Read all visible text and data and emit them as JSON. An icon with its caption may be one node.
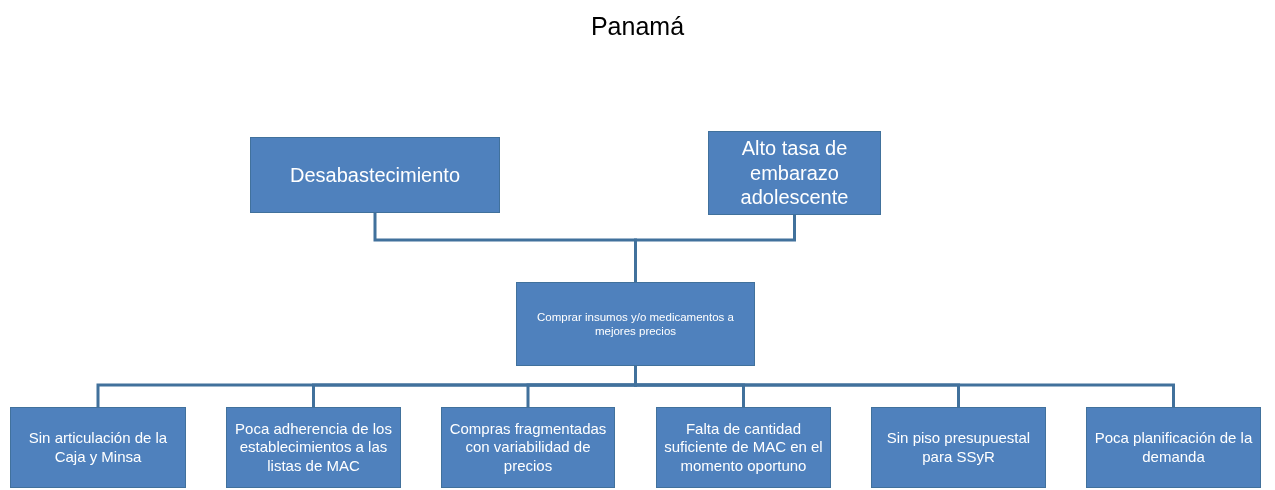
{
  "diagram": {
    "title": "Panamá",
    "nodes": [
      {
        "text": [
          "Desabastecimiento"
        ]
      },
      {
        "text": [
          "Alto tasa de embarazo adolescente"
        ]
      },
      {
        "text": [
          "Comprar insumos y/o medicamentos a mejores precios"
        ]
      },
      {
        "text": [
          "Sin articulación de la Caja y Minsa"
        ]
      },
      {
        "text": [
          "Poca adherencia de los establecimientos a las listas de MAC"
        ]
      },
      {
        "text": [
          "Compras fragmentadas con variabilidad de precios"
        ]
      },
      {
        "text": [
          "Falta de cantidad suficiente de MAC en el momento oportuno"
        ]
      },
      {
        "text": [
          "Sin piso presupuestal para SSyR"
        ]
      },
      {
        "text": [
          "Poca planificación de la demanda"
        ]
      }
    ],
    "edges": [
      {
        "from": 0,
        "to": 2,
        "arrow": "none"
      },
      {
        "from": 1,
        "to": 2,
        "arrow": "none"
      },
      {
        "from": 2,
        "to": 3,
        "arrow": "none"
      },
      {
        "from": 2,
        "to": 4,
        "arrow": "none"
      },
      {
        "from": 2,
        "to": 5,
        "arrow": "none"
      },
      {
        "from": 2,
        "to": 6,
        "arrow": "none"
      },
      {
        "from": 2,
        "to": 7,
        "arrow": "none"
      },
      {
        "from": 2,
        "to": 8,
        "arrow": "none"
      }
    ]
  }
}
